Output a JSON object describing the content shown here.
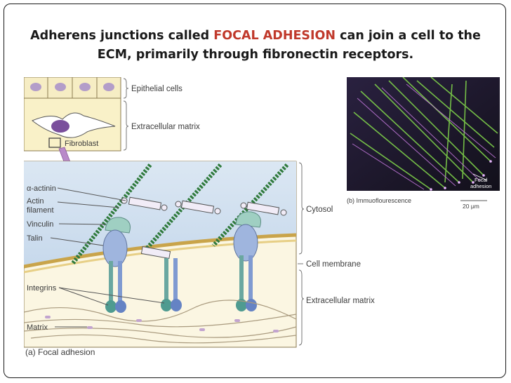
{
  "slide": {
    "title_before": "Adherens junctions called ",
    "title_highlight": "FOCAL ADHESION",
    "title_after": " can join a cell to the ECM, primarily through fibronectin receptors.",
    "highlight_color": "#c0392b"
  },
  "figure_a": {
    "labels_right": {
      "epithelial": "Epithelial cells",
      "ecm_top": "Extracellular matrix",
      "cytosol": "Cytosol",
      "cell_membrane": "Cell membrane",
      "ecm_bottom": "Extracellular matrix"
    },
    "labels_left": {
      "alpha_actinin": "α-actinin",
      "actin_1": "Actin",
      "actin_2": "filament",
      "vinculin": "Vinculin",
      "talin": "Talin",
      "integrins": "Integrins",
      "matrix": "Matrix"
    },
    "fibroblast": "Fibroblast",
    "caption": "(a) Focal adhesion"
  },
  "figure_b": {
    "caption": "(b) Immuoflourescence",
    "scale": "20 μm",
    "annotation_1": "Focal",
    "annotation_2": "adhesion"
  }
}
